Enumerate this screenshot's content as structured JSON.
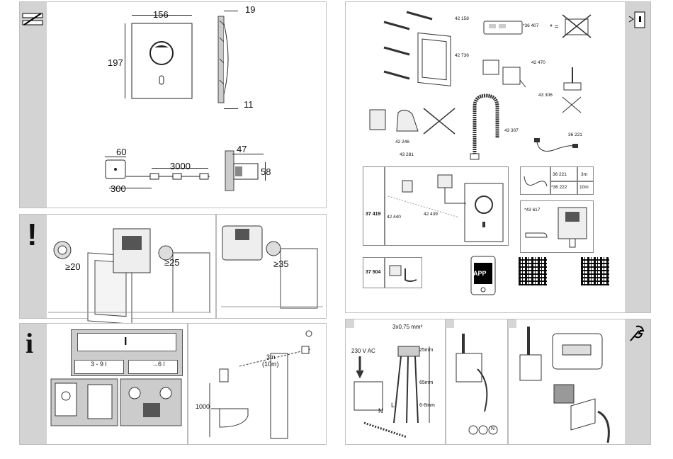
{
  "p1": {
    "dim_width": "156",
    "dim_height": "197",
    "dim_depth": "19",
    "dim_wall": "11",
    "dim_box": "60",
    "dim_cable": "3000",
    "dim_cable_out": "300",
    "dim_recess": "47",
    "dim_recess_h": "58"
  },
  "p2": {
    "gap_1": "≥20",
    "gap_2": "≥25",
    "gap_3": "≥35"
  },
  "p3": {
    "volume_small": "3 - 9 l",
    "volume_large": "→6 l",
    "distance": "3m",
    "distance_alt": "(10m)",
    "height": "1000"
  },
  "p4": {
    "pn_1": "42 158",
    "pn_2": "42 736",
    "pn_3": "*36 407",
    "star_eq": "* =",
    "pn_4": "42 470",
    "pn_5": "43 306",
    "pn_6": "42 246",
    "pn_7": "43 281",
    "pn_8": "43 307",
    "pn_9": "36 221",
    "set_1": "37 419",
    "pn_10": "42 440",
    "pn_11": "42 439",
    "table": [
      {
        "code": "36 221",
        "len": "3m"
      },
      {
        "code": "*36 222",
        "len": "10m"
      }
    ],
    "pn_12": "*43 617",
    "set_2": "37 504",
    "app_label": "APP"
  },
  "p5": {
    "cable": "3x0,75 mm²",
    "voltage": "230 V AC",
    "d25": "25mm",
    "d65": "65mm",
    "d68": "6-8mm",
    "l_label": "L",
    "n_label": "N",
    "n_circle": "N"
  }
}
